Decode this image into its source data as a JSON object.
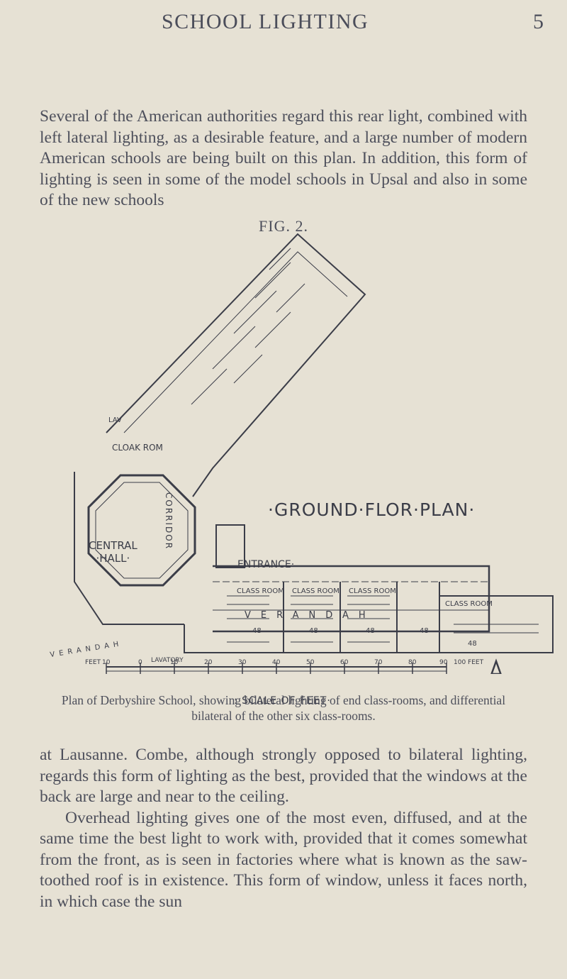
{
  "running_head": {
    "title": "SCHOOL LIGHTING",
    "page_number": "5"
  },
  "paragraphs": {
    "p1": "Several of the American authorities regard this rear light, combined with left lateral lighting, as a desirable feature, and a large number of modern American schools are being built on this plan. In addition, this form of lighting is seen in some of the model schools in Upsal and also in some of the new schools",
    "p2a": "at Lausanne. Combe, although strongly opposed to bilateral lighting, regards this form of lighting as the best, provided that the windows at the back are large and near to the ceiling.",
    "p2b": "Overhead lighting gives one of the most even, diffused, and at the same time the best light to work with, provided that it comes somewhat from the front, as is seen in factories where what is known as the saw-toothed roof is in existence. This form of window, unless it faces north, in which case the sun"
  },
  "figure": {
    "label": "FIG. 2.",
    "plan_title": "·GROUND·FLOR·PLAN·",
    "labels": {
      "central_hall_1": "CENTRAL",
      "central_hall_2": "·HALL·",
      "entrance": "ENTRANCE·",
      "cloak_room": "CLOAK ROM",
      "lav": "LAV",
      "lavatory": "LAVATORY",
      "verandah": "VERANDAH",
      "verandah_left": "VERANDAH",
      "corridor": "CORRIDOR",
      "class_room_1": "CLASS ROOM",
      "class_room_2": "CLASS ROOM",
      "class_room_3": "CLASS ROOM",
      "class_room_4": "CLASS ROOM",
      "room_48_1": "48",
      "room_48_2": "48",
      "room_48_3": "48",
      "room_48_4": "48",
      "room_48_5": "48"
    },
    "scale": {
      "feet_label": "FEET",
      "end_label": "100 FEET",
      "ticks": [
        "10",
        "0",
        "10",
        "20",
        "30",
        "40",
        "50",
        "60",
        "70",
        "80",
        "90"
      ],
      "caption": ": SCALE OF FEET·"
    },
    "caption": "Plan of Derbyshire School, showing bilateral lighting of end class-rooms, and differential bilateral of the other six class-rooms."
  },
  "colors": {
    "paper": "#e6e1d4",
    "ink": "#3b3d48",
    "text": "#4d4f5b"
  }
}
